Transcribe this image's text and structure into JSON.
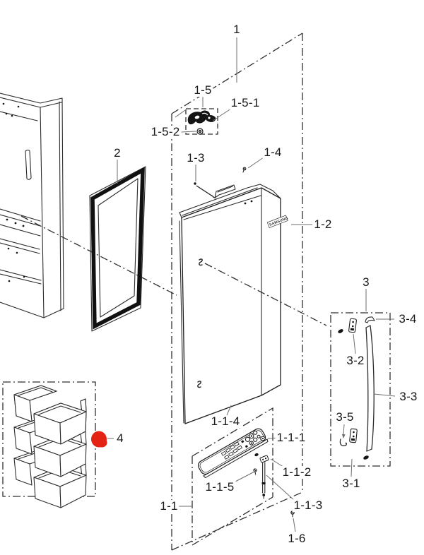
{
  "diagram": {
    "type": "exploded-parts-diagram",
    "subject": "refrigerator left door assembly",
    "background": "#ffffff",
    "line_color": "#2a2a2a",
    "marker": {
      "shape": "red-dot",
      "color": "#e32313",
      "attached_to": "4"
    },
    "brand": "SAMSUNG",
    "callouts": {
      "c1": "1",
      "c1_2": "1-2",
      "c1_3": "1-3",
      "c1_4": "1-4",
      "c1_5": "1-5",
      "c1_5_1": "1-5-1",
      "c1_5_2": "1-5-2",
      "c1_6": "1-6",
      "c1_1": "1-1",
      "c1_1_1": "1-1-1",
      "c1_1_2": "1-1-2",
      "c1_1_3": "1-1-3",
      "c1_1_4": "1-1-4",
      "c1_1_5": "1-1-5",
      "c2": "2",
      "c3": "3",
      "c3_1": "3-1",
      "c3_2": "3-2",
      "c3_3": "3-3",
      "c3_4": "3-4",
      "c3_5": "3-5",
      "c4": "4"
    }
  }
}
